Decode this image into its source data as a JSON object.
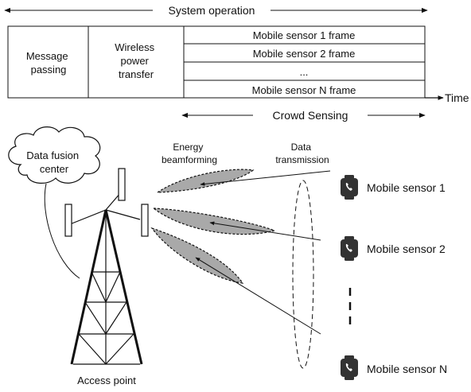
{
  "timeline": {
    "system_operation": "System operation",
    "time_label": "Time",
    "crowd_sensing": "Crowd Sensing",
    "message_passing": [
      "Message",
      "passing"
    ],
    "wireless_power_transfer": [
      "Wireless",
      "power",
      "transfer"
    ],
    "frames": [
      "Mobile sensor 1 frame",
      "Mobile sensor 2 frame",
      "...",
      "Mobile sensor N frame"
    ]
  },
  "scene": {
    "data_fusion_center": [
      "Data fusion",
      "center"
    ],
    "energy_beamforming": [
      "Energy",
      "beamforming"
    ],
    "data_transmission": [
      "Data",
      "transmission"
    ],
    "access_point": "Access point",
    "sensors": [
      "Mobile sensor 1",
      "Mobile sensor 2",
      "Mobile sensor N"
    ],
    "sensor_icon": "smartwatch-phone-icon"
  },
  "colors": {
    "beam_fill": "#a9a9a9",
    "stroke": "#111111"
  }
}
